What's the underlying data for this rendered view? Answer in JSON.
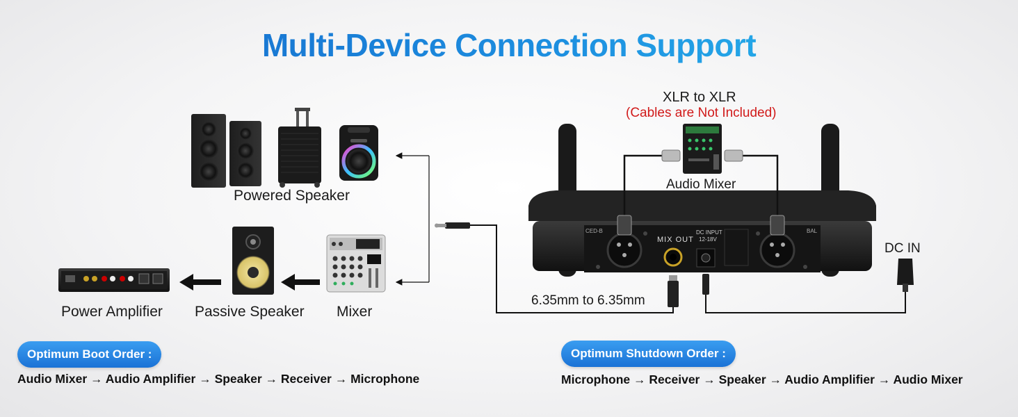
{
  "title": "Multi-Device Connection Support",
  "devices": {
    "powered_speaker": "Powered Speaker",
    "power_amplifier": "Power Amplifier",
    "passive_speaker": "Passive Speaker",
    "mixer": "Mixer",
    "audio_mixer": "Audio Mixer"
  },
  "cables": {
    "xlr": "XLR to XLR",
    "xlr_note": "(Cables are Not Included)",
    "jack": "6.35mm to 6.35mm",
    "dc_in": "DC IN"
  },
  "receiver_panel": {
    "mix_out": "MIX   OUT",
    "dc_input": "DC INPUT",
    "dc_voltage": "12-18V",
    "left_tag": "CED-B",
    "right_tag": "BAL"
  },
  "boot": {
    "label": "Optimum Boot Order :",
    "sequence": "Audio Mixer → Audio Amplifier → Speaker → Receiver → Microphone"
  },
  "shutdown": {
    "label": "Optimum Shutdown Order :",
    "sequence": "Microphone → Receiver → Speaker → Audio Amplifier → Audio Mixer"
  },
  "colors": {
    "title_start": "#1565c8",
    "title_end": "#2ec3f0",
    "pill": "#1a72d6",
    "note_red": "#d11a1a"
  }
}
